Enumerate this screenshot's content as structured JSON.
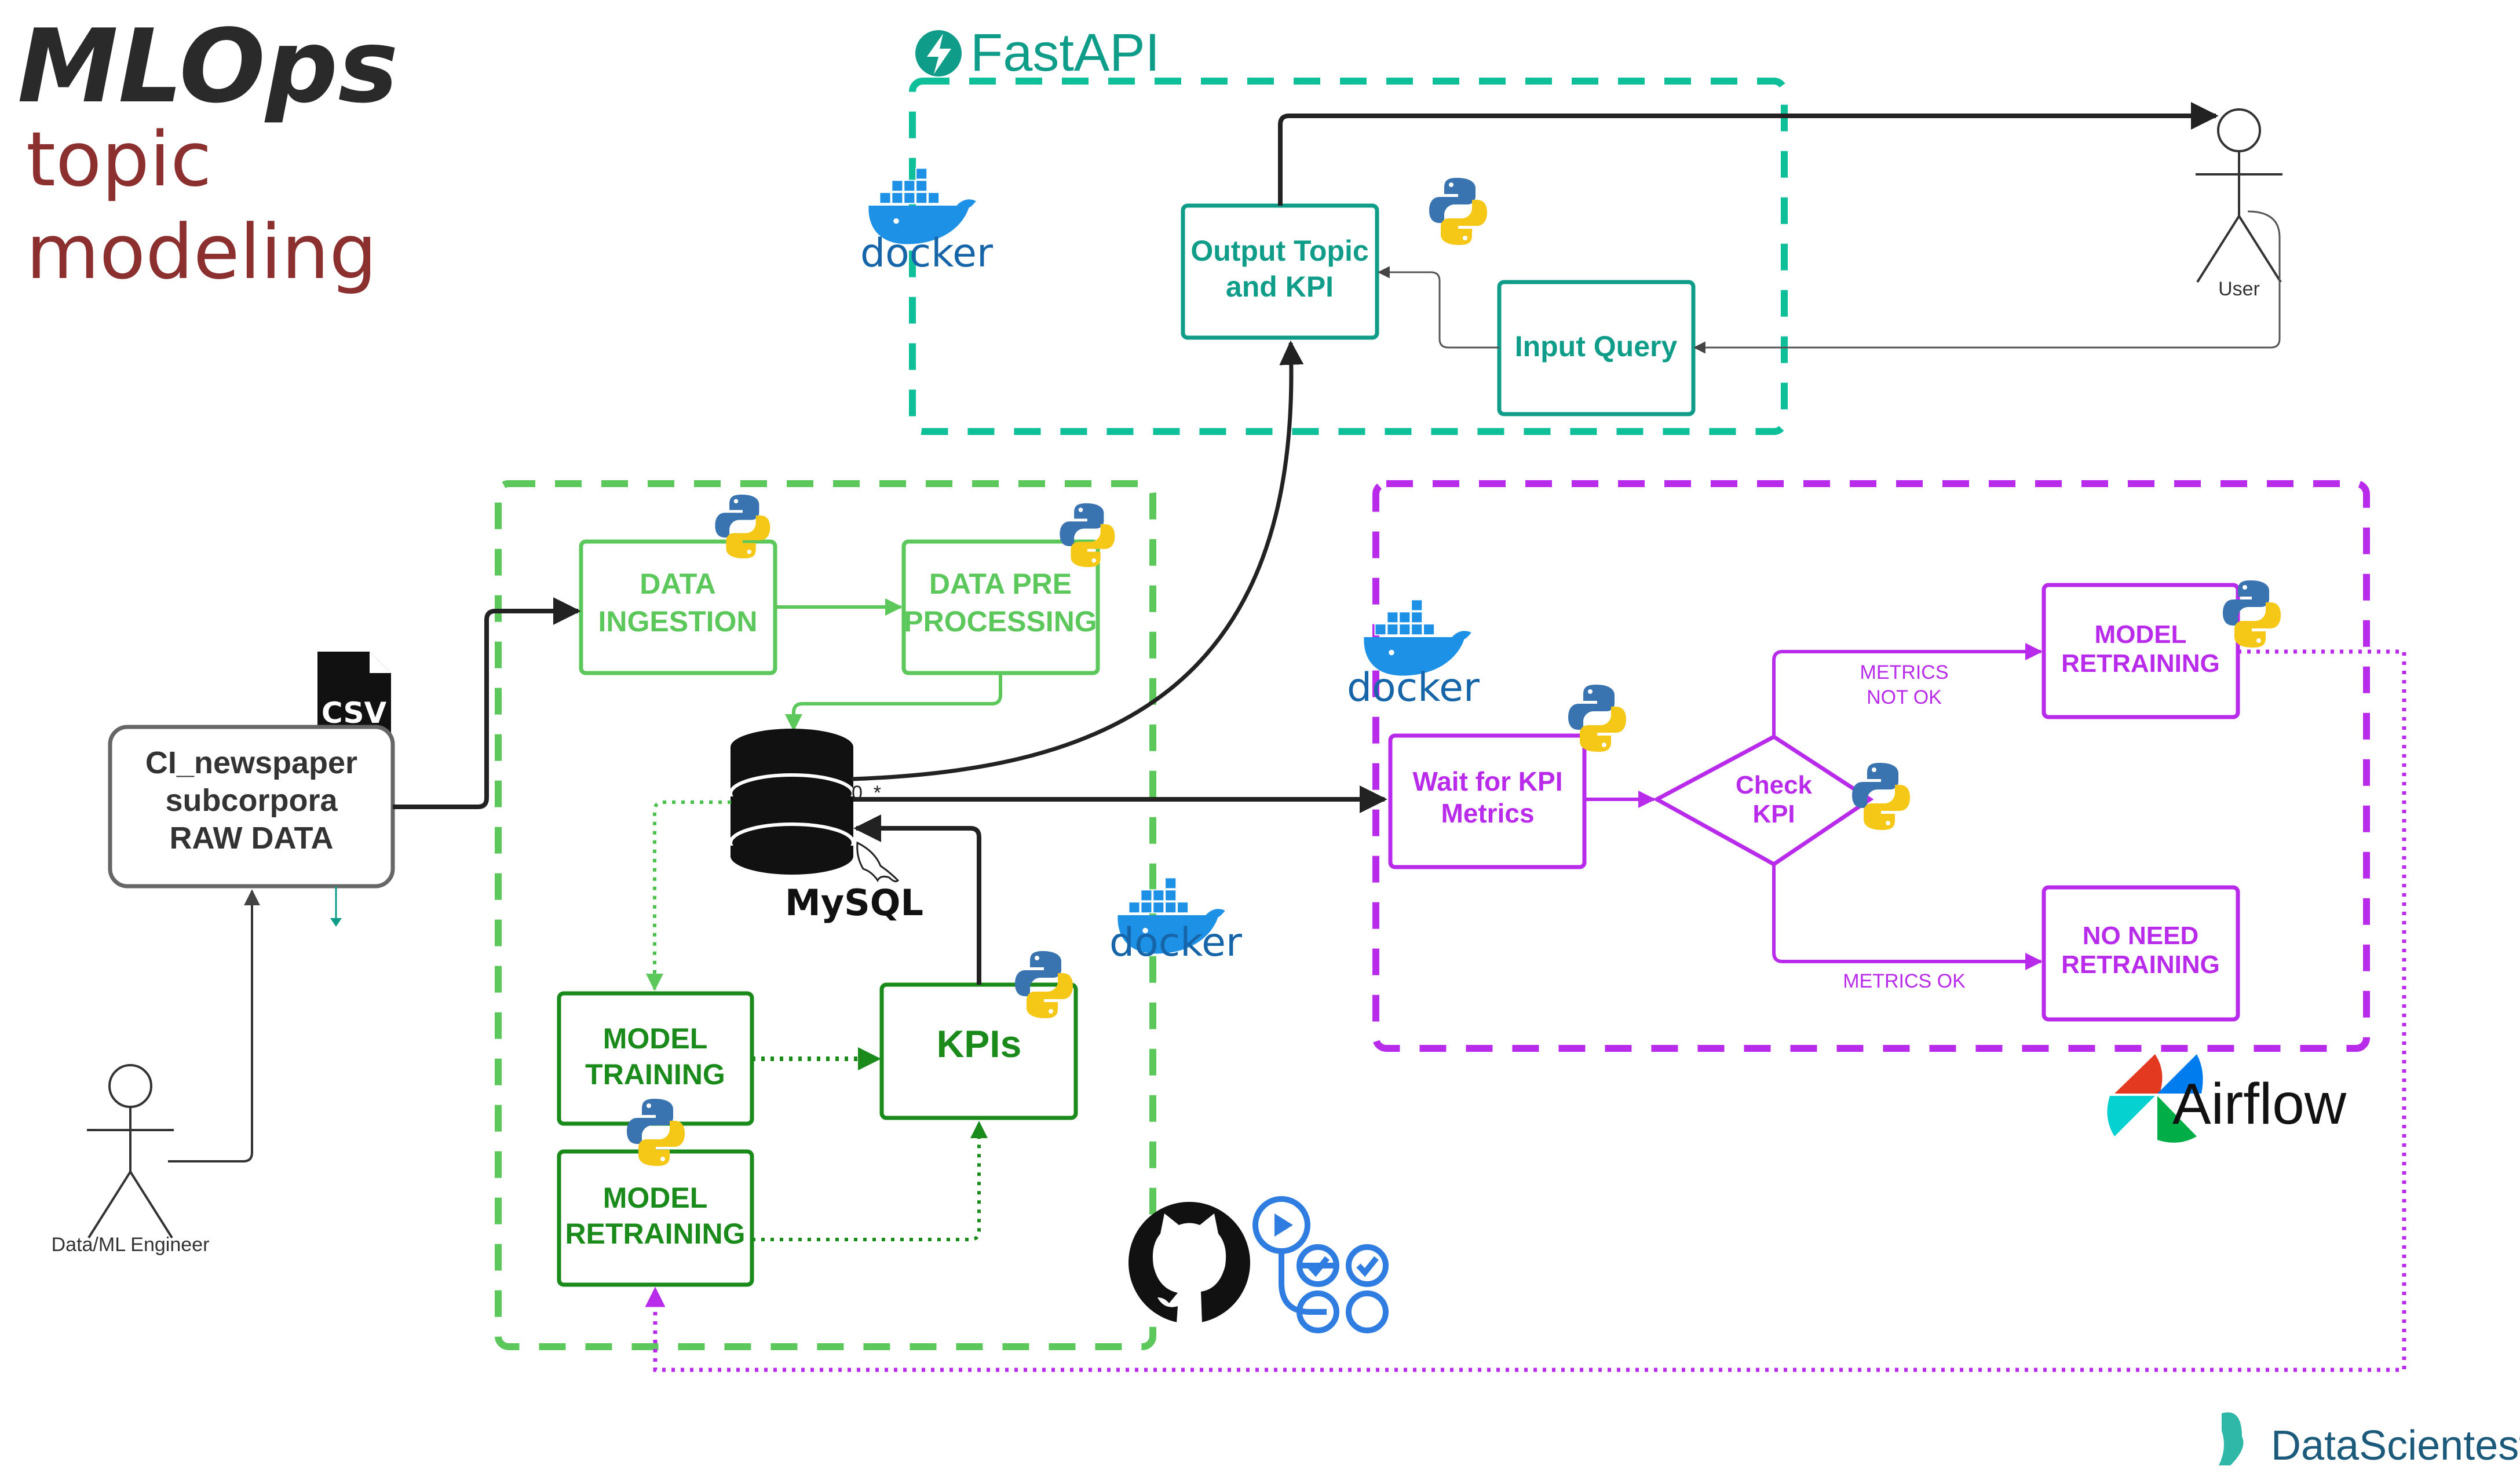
{
  "title": {
    "main": "MLOps",
    "sub_line1": "topic",
    "sub_line2": "modeling"
  },
  "colors": {
    "fastapi": "#0f9d8a",
    "pipeline_light": "#5cc85c",
    "pipeline_dark": "#1a8a1a",
    "airflow": "#b92bea",
    "dark": "#222222",
    "title_dark": "#2a2a2a",
    "title_red": "#8b2f2f"
  },
  "fastapi": {
    "label": "FastAPI",
    "output_box": [
      "Output Topic",
      "and KPI"
    ],
    "input_box": "Input Query",
    "user_label": "User"
  },
  "pipeline": {
    "data_ingestion": [
      "DATA",
      "INGESTION"
    ],
    "data_preprocessing": [
      "DATA PRE",
      "PROCESSING"
    ],
    "database_label": "MySQL",
    "multiplicity": "0..*",
    "model_training": [
      "MODEL",
      "TRAINING"
    ],
    "model_retraining": [
      "MODEL",
      "RETRAINING"
    ],
    "kpis": "KPIs"
  },
  "source": {
    "file_icon_label": "CSV",
    "raw_data": [
      "CI_newspaper",
      "subcorpora",
      "RAW DATA"
    ],
    "engineer_label": "Data/ML Engineer"
  },
  "airflow": {
    "label": "Airflow",
    "wait_box": [
      "Wait for KPI",
      "Metrics"
    ],
    "check_box": [
      "Check",
      "KPI"
    ],
    "retrain_box": [
      "MODEL",
      "RETRAINING"
    ],
    "no_retrain_box": [
      "NO NEED",
      "RETRAINING"
    ],
    "metrics_not_ok": [
      "METRICS",
      "NOT OK"
    ],
    "metrics_ok": "METRICS OK"
  },
  "logos": {
    "docker": "docker",
    "datascientest": "DataScientest",
    "github": "github-icon",
    "actions": "github-actions-icon",
    "python": "python-icon"
  }
}
